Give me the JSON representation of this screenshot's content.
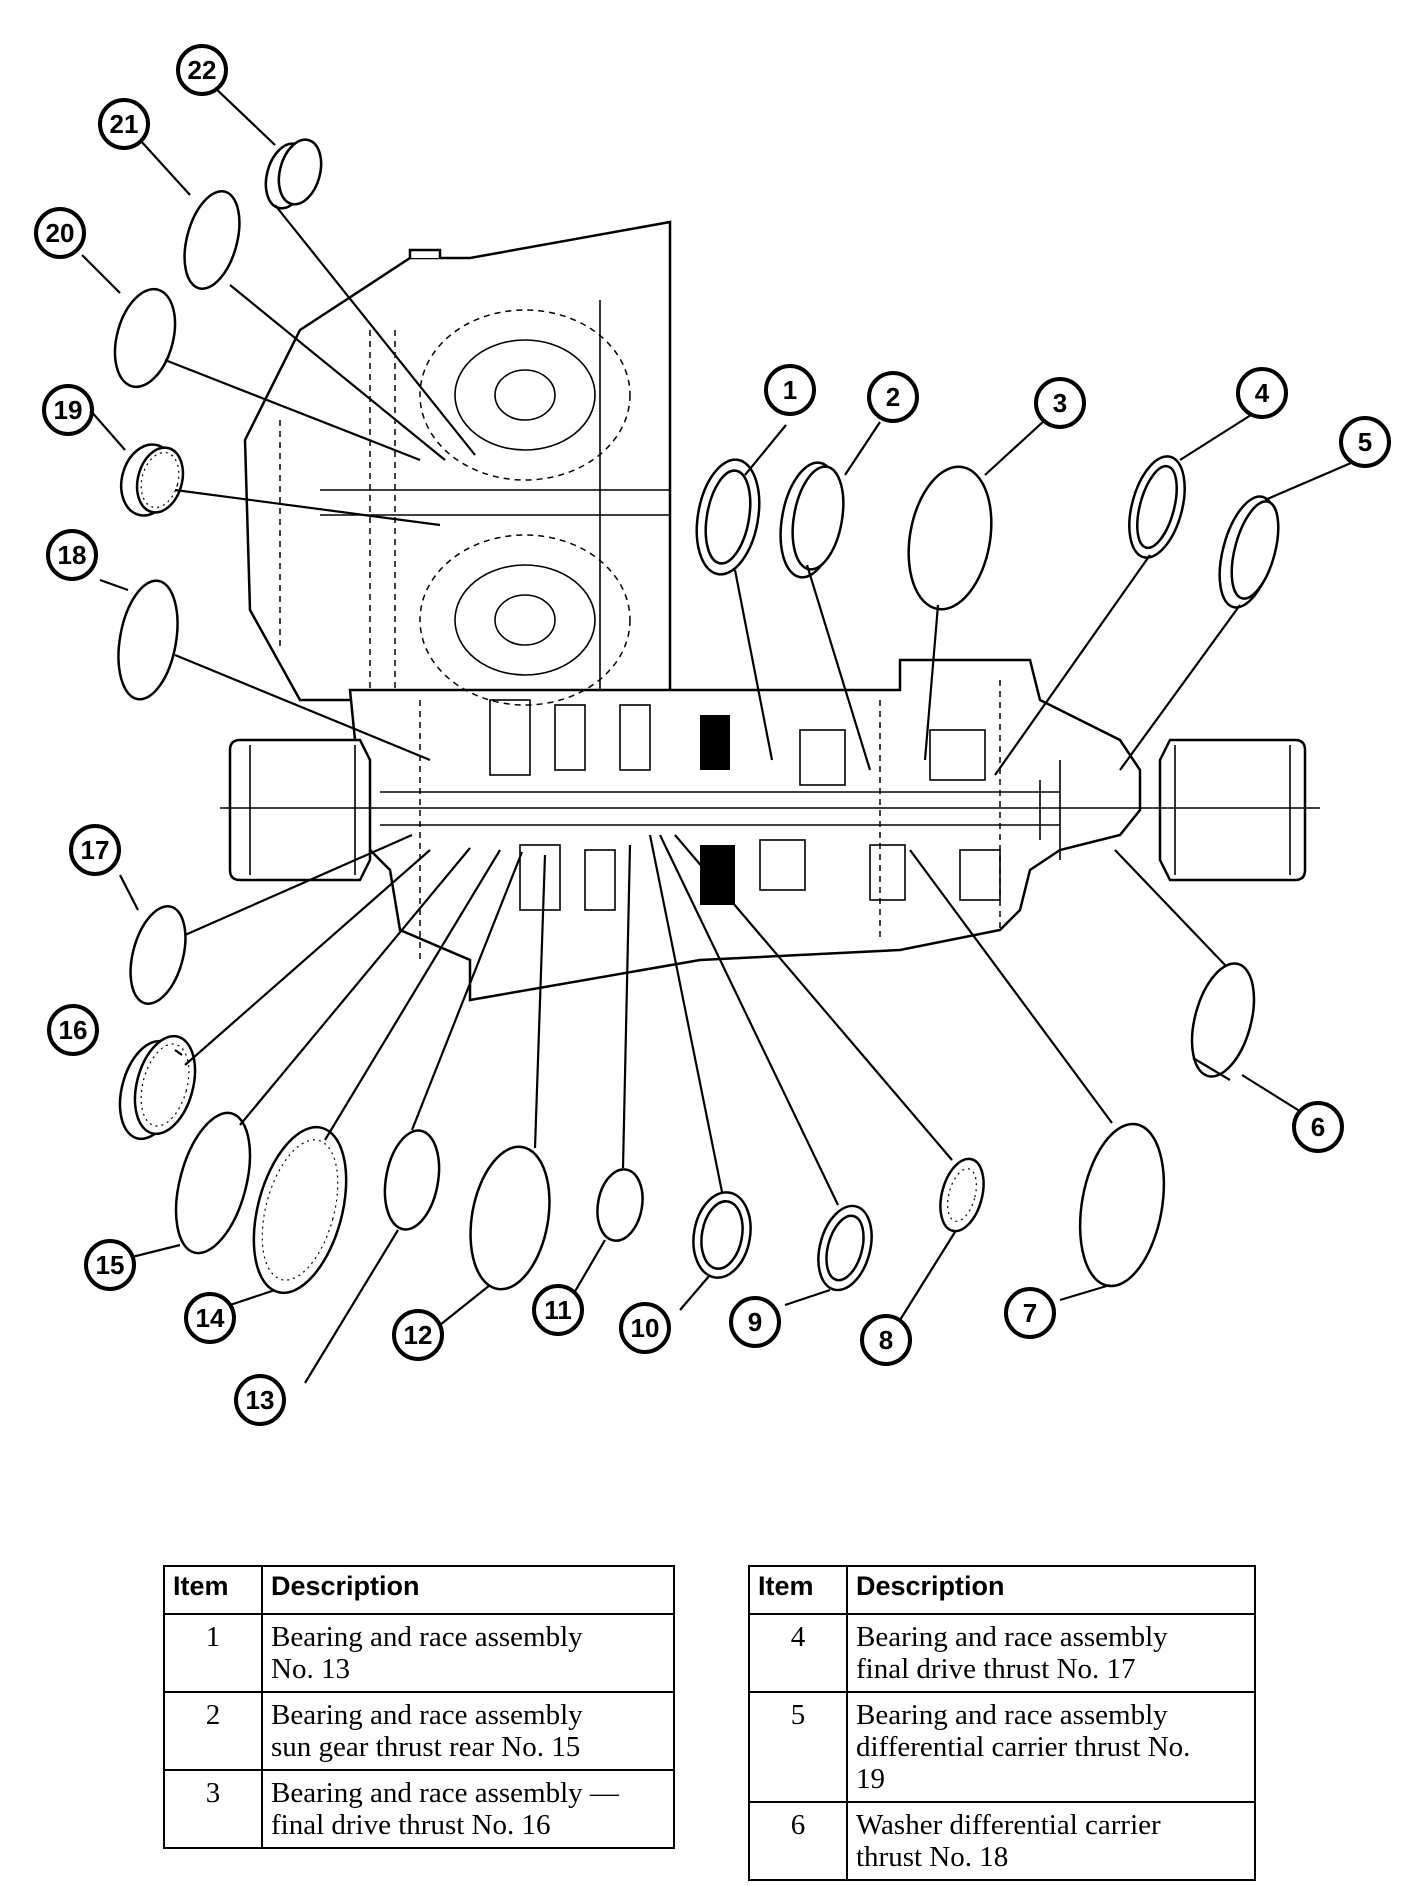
{
  "callouts": [
    {
      "id": "1",
      "label": "1"
    },
    {
      "id": "2",
      "label": "2"
    },
    {
      "id": "3",
      "label": "3"
    },
    {
      "id": "4",
      "label": "4"
    },
    {
      "id": "5",
      "label": "5"
    },
    {
      "id": "6",
      "label": "6"
    },
    {
      "id": "7",
      "label": "7"
    },
    {
      "id": "8",
      "label": "8"
    },
    {
      "id": "9",
      "label": "9"
    },
    {
      "id": "10",
      "label": "10"
    },
    {
      "id": "11",
      "label": "11"
    },
    {
      "id": "12",
      "label": "12"
    },
    {
      "id": "13",
      "label": "13"
    },
    {
      "id": "14",
      "label": "14"
    },
    {
      "id": "15",
      "label": "15"
    },
    {
      "id": "16",
      "label": "16"
    },
    {
      "id": "17",
      "label": "17"
    },
    {
      "id": "18",
      "label": "18"
    },
    {
      "id": "19",
      "label": "19"
    },
    {
      "id": "20",
      "label": "20"
    },
    {
      "id": "21",
      "label": "21"
    },
    {
      "id": "22",
      "label": "22"
    }
  ],
  "table_left": {
    "headers": [
      "Item",
      "Description"
    ],
    "rows": [
      {
        "item": "1",
        "desc_1": "Bearing and race assembly",
        "desc_2": "No. 13",
        "desc_3": ""
      },
      {
        "item": "2",
        "desc_1": "Bearing and race assembly",
        "desc_2": "sun gear thrust rear No. 15",
        "desc_3": ""
      },
      {
        "item": "3",
        "desc_1": "Bearing and race assembly —",
        "desc_2": "final drive thrust No. 16",
        "desc_3": ""
      }
    ]
  },
  "table_right": {
    "headers": [
      "Item",
      "Description"
    ],
    "rows": [
      {
        "item": "4",
        "desc_1": "Bearing and race assembly",
        "desc_2": "final drive thrust No. 17",
        "desc_3": ""
      },
      {
        "item": "5",
        "desc_1": "Bearing and race assembly",
        "desc_2": "differential carrier thrust No.",
        "desc_3": "19"
      },
      {
        "item": "6",
        "desc_1": "Washer differential carrier",
        "desc_2": "thrust No. 18",
        "desc_3": ""
      }
    ]
  }
}
